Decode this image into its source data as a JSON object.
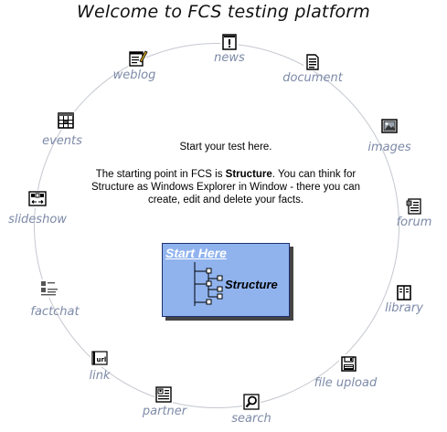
{
  "page": {
    "title": "Welcome to FCS testing platform"
  },
  "intro": {
    "line1": "Start your test here.",
    "text_before": "The starting point in FCS is ",
    "bold_word": "Structure",
    "text_after": ". You can think for Structure as Windows Explorer in Window - there you can create, edit and delete your facts."
  },
  "start": {
    "heading": "Start Here",
    "label": "Structure"
  },
  "modules": [
    {
      "id": "news",
      "label": "news",
      "icon": "info-icon"
    },
    {
      "id": "document",
      "label": "document",
      "icon": "document-icon"
    },
    {
      "id": "images",
      "label": "images",
      "icon": "picture-icon"
    },
    {
      "id": "forum",
      "label": "forum",
      "icon": "forum-icon"
    },
    {
      "id": "library",
      "label": "library",
      "icon": "book-icon"
    },
    {
      "id": "file-upload",
      "label": "file upload",
      "icon": "floppy-disk-icon"
    },
    {
      "id": "search",
      "label": "search",
      "icon": "magnifier-icon"
    },
    {
      "id": "partner",
      "label": "partner",
      "icon": "contact-card-icon"
    },
    {
      "id": "link",
      "label": "link",
      "icon": "url-link-icon"
    },
    {
      "id": "factchat",
      "label": "factchat",
      "icon": "chat-icon"
    },
    {
      "id": "slideshow",
      "label": "slideshow",
      "icon": "slideshow-icon"
    },
    {
      "id": "events",
      "label": "events",
      "icon": "calendar-icon"
    },
    {
      "id": "weblog",
      "label": "weblog",
      "icon": "notepad-pencil-icon"
    }
  ],
  "colors": {
    "label": "#7d8aa8",
    "ring": "#c4c8cf",
    "start_box": "#90b3ee"
  }
}
